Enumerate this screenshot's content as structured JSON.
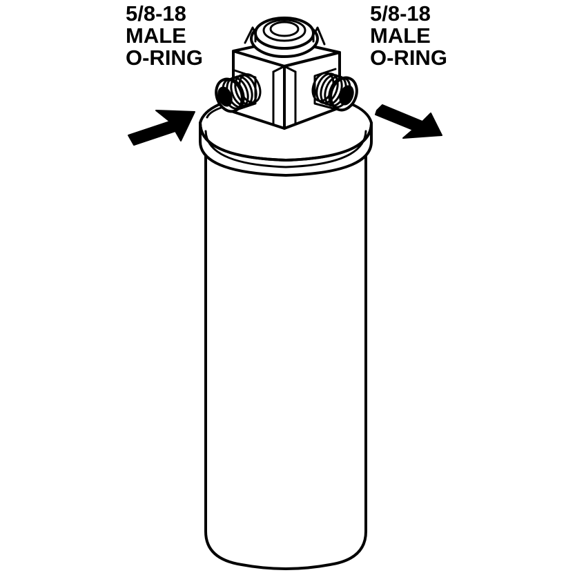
{
  "diagram": {
    "subject": "receiver-drier",
    "colors": {
      "line": "#000000",
      "background": "#ffffff"
    },
    "labels": {
      "left_port": {
        "lines": [
          "5/8-18",
          "MALE",
          "O-RING"
        ]
      },
      "right_port": {
        "lines": [
          "5/8-18",
          "MALE",
          "O-RING"
        ]
      }
    },
    "arrows": {
      "inlet": {
        "direction": "in",
        "icon": "arrow-in-icon"
      },
      "outlet": {
        "direction": "out",
        "icon": "arrow-out-icon"
      }
    }
  }
}
